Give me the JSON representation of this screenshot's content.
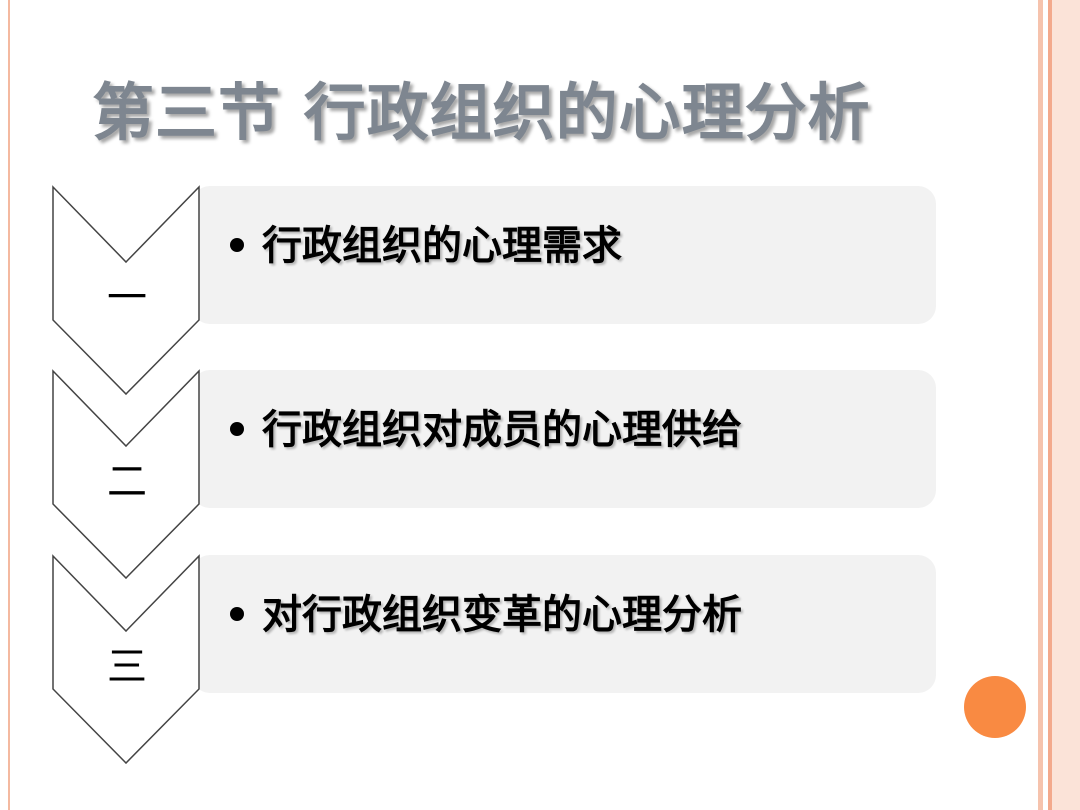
{
  "slide": {
    "title": "第三节 行政组织的心理分析",
    "items": [
      {
        "number": "一",
        "text": "行政组织的心理需求"
      },
      {
        "number": "二",
        "text": "行政组织对成员的心理供给"
      },
      {
        "number": "三",
        "text": "对行政组织变革的心理分析"
      }
    ]
  },
  "colors": {
    "accent_orange": "#f98a42",
    "border_peach": "#f4b9a0",
    "title_gray": "#7e8690",
    "box_gray": "#f2f2f2"
  }
}
